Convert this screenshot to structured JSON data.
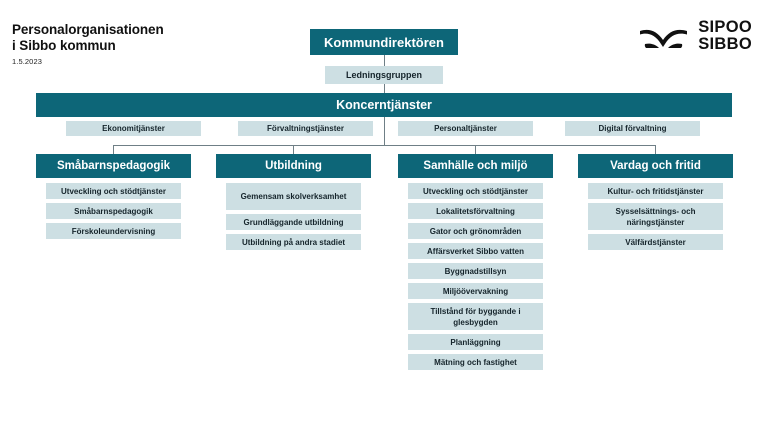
{
  "header": {
    "title_line1": "Personalorganisationen",
    "title_line2": "i Sibbo kommun",
    "date": "1.5.2023"
  },
  "logo": {
    "icon_name": "sipoo-sibbo-wings-logo",
    "line1": "SIPOO",
    "line2": "SIBBO"
  },
  "colors": {
    "dark_teal": "#0d6678",
    "light_blue": "#cddfe3",
    "connector": "#6f7f86",
    "background": "#ffffff",
    "text_dark": "#15242b",
    "text_light": "#ffffff"
  },
  "chart": {
    "type": "org-chart",
    "top": {
      "label": "Kommundirektören"
    },
    "second": {
      "label": "Ledningsgruppen"
    },
    "third": {
      "label": "Koncerntjänster",
      "children": [
        {
          "label": "Ekonomitjänster"
        },
        {
          "label": "Förvaltningstjänster"
        },
        {
          "label": "Personaltjänster"
        },
        {
          "label": "Digital förvaltning"
        }
      ]
    },
    "columns": [
      {
        "head": "Småbarnspedagogik",
        "items": [
          "Utveckling och stödtjänster",
          "Småbarnspedagogik",
          "Förskoleundervisning"
        ]
      },
      {
        "head": "Utbildning",
        "items": [
          "Gemensam skolverksamhet",
          "Grundläggande utbildning",
          "Utbildning på andra stadiet"
        ]
      },
      {
        "head": "Samhälle och miljö",
        "items": [
          "Utveckling och stödtjänster",
          "Lokalitetsförvaltning",
          "Gator och grönområden",
          "Affärsverket Sibbo vatten",
          "Byggnadstillsyn",
          "Miljöövervakning",
          "Tillstånd för byggande i glesbygden",
          "Planläggning",
          "Mätning och fastighet"
        ]
      },
      {
        "head": "Vardag och fritid",
        "items": [
          "Kultur- och fritidstjänster",
          "Sysselsättnings- och näringstjänster",
          "Välfärdstjänster"
        ]
      }
    ]
  }
}
